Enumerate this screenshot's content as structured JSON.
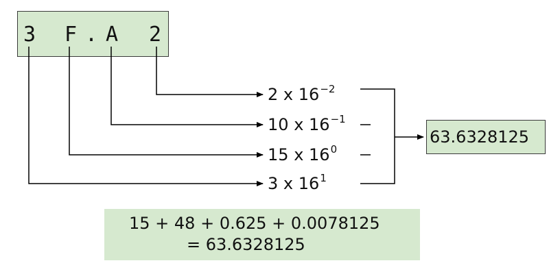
{
  "hex_number": {
    "digits": [
      "3",
      "F",
      ".",
      "A",
      "2"
    ]
  },
  "terms": [
    {
      "coef": "2",
      "mult": "x",
      "base": "16",
      "exp": "−2"
    },
    {
      "coef": "10",
      "mult": "x",
      "base": "16",
      "exp": "−1"
    },
    {
      "coef": "15",
      "mult": "x",
      "base": "16",
      "exp": "0"
    },
    {
      "coef": "3",
      "mult": "x",
      "base": "16",
      "exp": "1"
    }
  ],
  "result": "63.6328125",
  "sum": {
    "line1": "15 + 48 + 0.625 + 0.0078125",
    "line2": "= 63.6328125"
  },
  "colors": {
    "box_fill": "#d6e9cf",
    "line": "#000000"
  }
}
